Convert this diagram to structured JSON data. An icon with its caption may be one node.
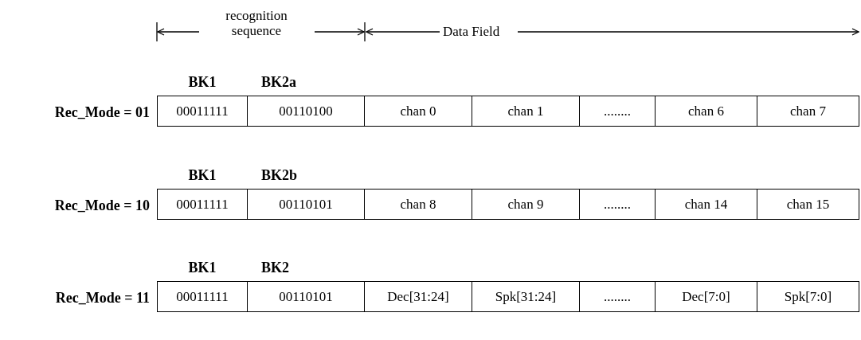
{
  "diagram": {
    "nodes": [
      {
        "text": [
          "00011111"
        ],
        "beside": [
          "BK1"
        ]
      },
      {
        "text": [
          "00110100"
        ],
        "beside": [
          "BK2a"
        ]
      },
      {
        "text": [
          "chan 0"
        ]
      },
      {
        "text": [
          "chan 1"
        ]
      },
      {
        "text": [
          "........"
        ]
      },
      {
        "text": [
          "chan 6"
        ]
      },
      {
        "text": [
          "chan 7"
        ]
      },
      {
        "text": [
          "00011111"
        ],
        "beside": [
          "BK1"
        ]
      },
      {
        "text": [
          "00110101"
        ],
        "beside": [
          "BK2b"
        ]
      },
      {
        "text": [
          "chan 8"
        ]
      },
      {
        "text": [
          "chan 9"
        ]
      },
      {
        "text": [
          "........"
        ]
      },
      {
        "text": [
          "chan 14"
        ]
      },
      {
        "text": [
          "chan 15"
        ]
      },
      {
        "text": [
          "00011111"
        ],
        "beside": [
          "BK1"
        ]
      },
      {
        "text": [
          "00110101"
        ],
        "beside": [
          "BK2"
        ]
      },
      {
        "text": [
          "Dec[31:24]"
        ]
      },
      {
        "text": [
          "Spk[31:24]"
        ]
      },
      {
        "text": [
          "........"
        ]
      },
      {
        "text": [
          "Dec[7:0]"
        ]
      },
      {
        "text": [
          "Spk[7:0]"
        ]
      }
    ],
    "labels": [
      "recognition sequence",
      "Data Field",
      "Rec_Mode = 01",
      "Rec_Mode = 10",
      "Rec_Mode = 11"
    ]
  }
}
